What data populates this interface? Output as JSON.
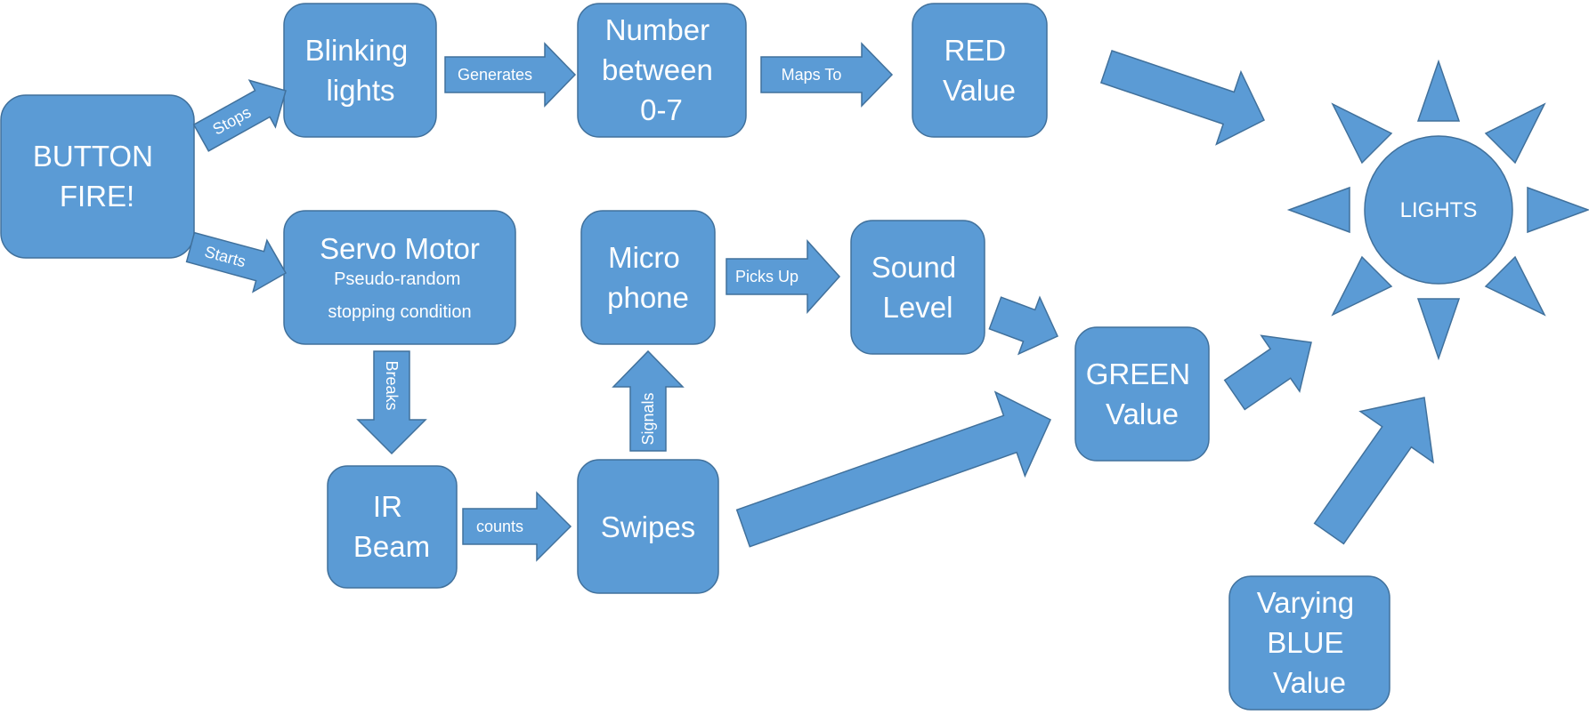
{
  "colors": {
    "fill": "#5b9bd5",
    "stroke": "#41719c",
    "text": "#ffffff"
  },
  "nodes": {
    "button_fire": [
      "BUTTON",
      "FIRE!"
    ],
    "blinking_lights": [
      "Blinking",
      "lights"
    ],
    "number_between": [
      "Number",
      "between",
      "0-7"
    ],
    "red_value": [
      "RED",
      "Value"
    ],
    "servo_motor": [
      "Servo Motor"
    ],
    "servo_sub": [
      "Pseudo-random",
      "stopping condition"
    ],
    "microphone": [
      "Micro",
      "phone"
    ],
    "sound_level": [
      "Sound",
      "Level"
    ],
    "green_value": [
      "GREEN",
      "Value"
    ],
    "ir_beam": [
      "IR",
      "Beam"
    ],
    "swipes": [
      "Swipes"
    ],
    "blue_value": [
      "Varying",
      "BLUE",
      "Value"
    ],
    "lights": [
      "LIGHTS"
    ]
  },
  "edges": {
    "stops": "Stops",
    "starts": "Starts",
    "generates": "Generates",
    "maps_to": "Maps To",
    "breaks": "Breaks",
    "signals": "Signals",
    "picks_up": "Picks Up",
    "counts": "counts"
  },
  "icons": [
    "sun-icon"
  ]
}
